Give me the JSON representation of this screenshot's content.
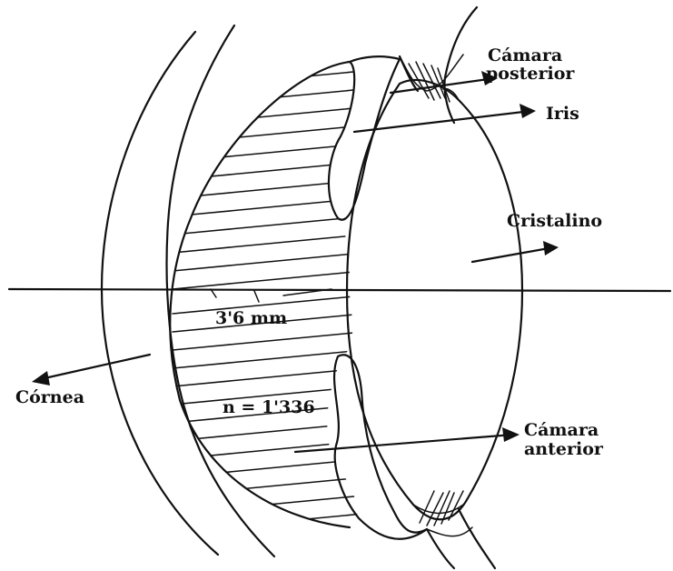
{
  "labels": {
    "camara_posterior_1": "Cámara",
    "camara_posterior_2": "posterior",
    "iris": "Iris",
    "cristalino": "Cristalino",
    "distance": "3'6 mm",
    "cornea": "Córnea",
    "refractive_index": "n = 1'336",
    "camara_anterior_1": "Cámara",
    "camara_anterior_2": "anterior"
  },
  "colors": {
    "ink": "#111111",
    "background": "#ffffff"
  }
}
